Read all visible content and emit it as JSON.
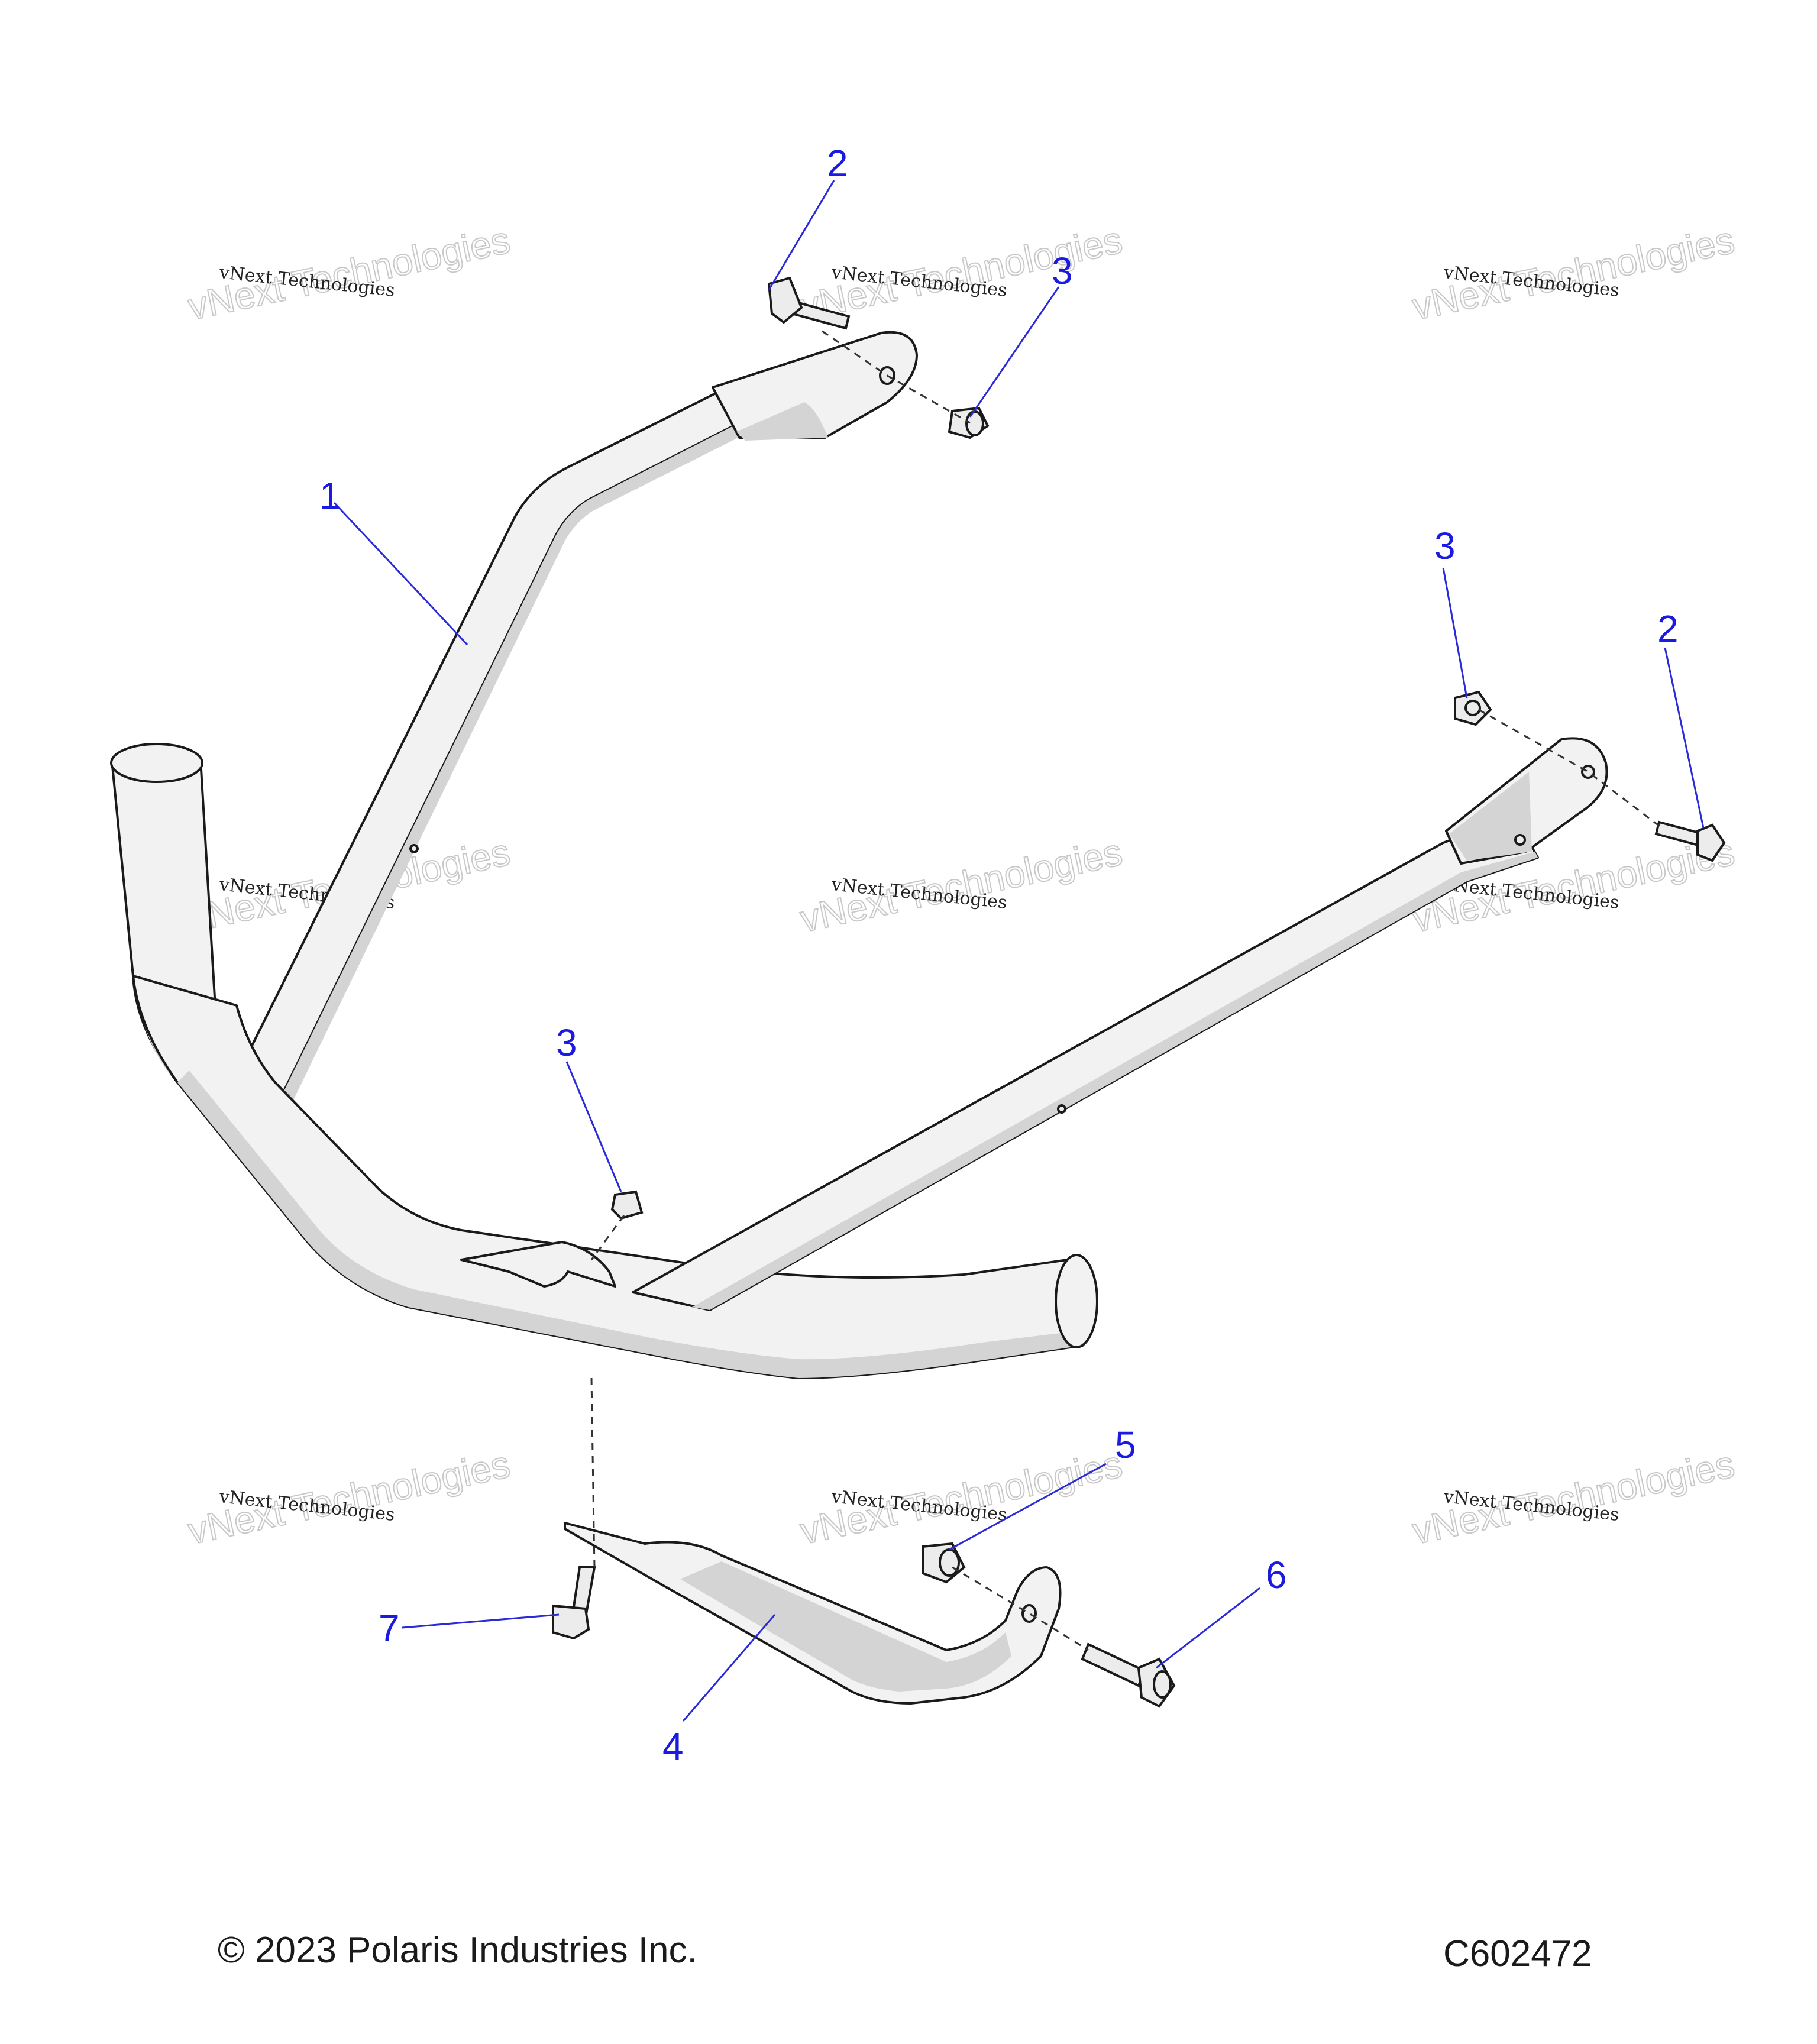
{
  "callouts": [
    {
      "id": "1"
    },
    {
      "id": "2"
    },
    {
      "id": "3"
    },
    {
      "id": "3"
    },
    {
      "id": "2"
    },
    {
      "id": "3"
    },
    {
      "id": "5"
    },
    {
      "id": "6"
    },
    {
      "id": "7"
    },
    {
      "id": "4"
    }
  ],
  "watermark": {
    "line1": "vNext Technologies",
    "big": "vNext Technologies"
  },
  "footer": {
    "copyright": "© 2023 Polaris Industries Inc.",
    "drawing_code": "C602472"
  },
  "colors": {
    "callout": "#1a1ae0",
    "line": "#1a1a1a",
    "part_fill": "#f2f2f2",
    "part_shade": "#d4d4d4"
  }
}
